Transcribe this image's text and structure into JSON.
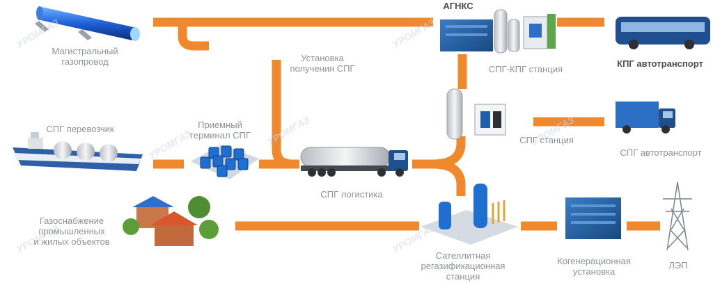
{
  "labels": {
    "pipeline": "Магистральный\nгазопровод",
    "lng_plant": "Установка\nполучения СПГ",
    "lng_carrier": "СПГ перевозчик",
    "receiving_terminal": "Приемный\nтерминал СПГ",
    "lng_logistics": "СПГ логистика",
    "agnks": "АГНКС",
    "lng_cng_station": "СПГ-КПГ станция",
    "cng_transport": "КПГ автотранспорт",
    "lng_station": "СПГ станция",
    "lng_transport": "СПГ автотранспорт",
    "gas_supply": "Газоснабжение\nпромышленных\nи жилых объектов",
    "regas_station": "Сателлитная\nрегазификационная\nстанция",
    "cogeneration": "Когенерационная\nустановка",
    "power_line": "ЛЭП"
  },
  "watermark": "УРОМГАЗ",
  "colors": {
    "pipe": "#f0882e",
    "equipment_blue": "#1f5ea8",
    "label": "#8e9196"
  }
}
